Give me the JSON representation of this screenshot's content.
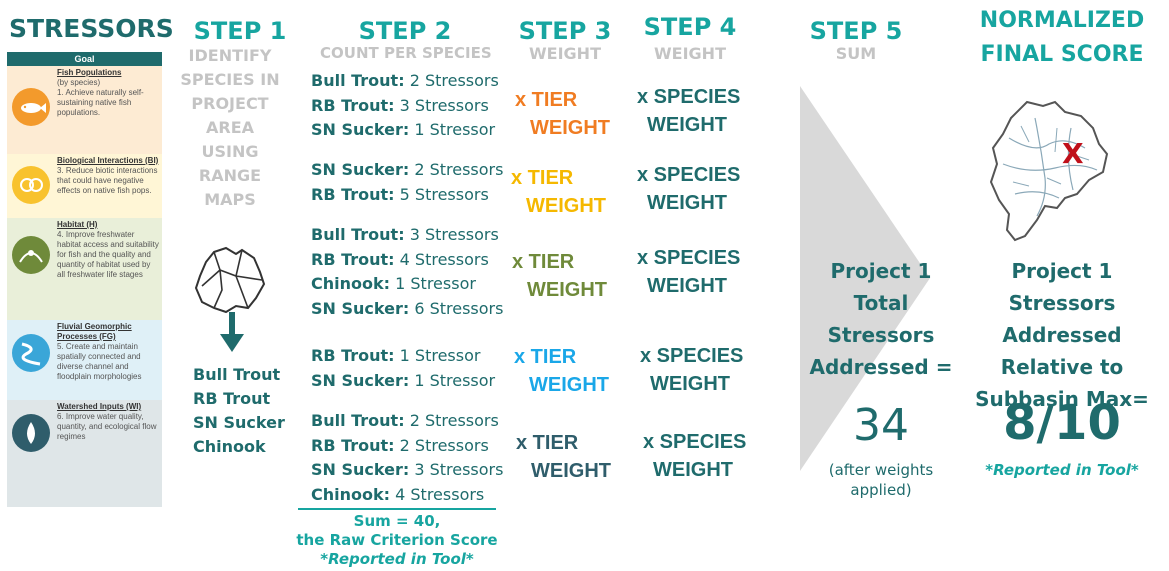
{
  "stressors_title": "STRESSORS",
  "goal_panel": {
    "header": "Goal",
    "rows": [
      {
        "title": "Fish Populations",
        "body": "(by species)\n1. Achieve naturally self-sustaining native fish populations.",
        "bg": "#fdebd3",
        "icon_color": "#f39a2c",
        "icon": "fish-icon"
      },
      {
        "title": "Biological Interactions (BI)",
        "body": "3. Reduce biotic interactions that could have negative effects on native fish pops.",
        "bg": "#fff6d6",
        "icon_color": "#f8c22e",
        "icon": "interaction-icon"
      },
      {
        "title": "Habitat (H)",
        "body": "4. Improve freshwater habitat access and suitability for fish and the quality and quantity of habitat used by all freshwater life stages",
        "bg": "#e9efd9",
        "icon_color": "#6f8a3a",
        "icon": "habitat-icon"
      },
      {
        "title": "Fluvial Geomorphic Processes (FG)",
        "body": "5. Create and maintain spatially connected and diverse channel and floodplain morphologies",
        "bg": "#dff0f7",
        "icon_color": "#3aa6d8",
        "icon": "river-icon"
      },
      {
        "title": "Watershed Inputs (WI)",
        "body": "6. Improve water quality, quantity, and ecological flow regimes",
        "bg": "#dfe6e8",
        "icon_color": "#2f5d6b",
        "icon": "watershed-icon"
      }
    ]
  },
  "step1": {
    "title": "STEP 1",
    "subtitle_lines": [
      "IDENTIFY",
      "SPECIES IN",
      "PROJECT",
      "AREA",
      "USING",
      "RANGE",
      "MAPS"
    ],
    "species": [
      "Bull Trout",
      "RB Trout",
      "SN Sucker",
      "Chinook"
    ]
  },
  "step2": {
    "title": "STEP 2",
    "subtitle": "COUNT PER SPECIES",
    "groups": [
      [
        {
          "species": "Bull Trout:",
          "count": "2 Stressors"
        },
        {
          "species": "RB Trout:",
          "count": "3 Stressors"
        },
        {
          "species": "SN Sucker:",
          "count": "1 Stressor"
        }
      ],
      [
        {
          "species": "SN Sucker:",
          "count": "2 Stressors"
        },
        {
          "species": "RB Trout:",
          "count": "5 Stressors"
        }
      ],
      [
        {
          "species": "Bull Trout:",
          "count": "3 Stressors"
        },
        {
          "species": "RB Trout:",
          "count": "4 Stressors"
        },
        {
          "species": "Chinook:",
          "count": "1 Stressor"
        },
        {
          "species": "SN Sucker:",
          "count": "6 Stressors"
        }
      ],
      [
        {
          "species": "RB Trout:",
          "count": "1 Stressor"
        },
        {
          "species": "SN Sucker:",
          "count": "1 Stressor"
        }
      ],
      [
        {
          "species": "Bull Trout:",
          "count": "2 Stressors"
        },
        {
          "species": "RB Trout:",
          "count": "2 Stressors"
        },
        {
          "species": "SN Sucker:",
          "count": "3 Stressors"
        },
        {
          "species": "Chinook:",
          "count": "4 Stressors"
        }
      ]
    ],
    "sum_line1": "Sum = 40,",
    "sum_line2": "the Raw Criterion Score",
    "sum_note": "*Reported in Tool*"
  },
  "step3": {
    "title": "STEP 3",
    "subtitle": "WEIGHT",
    "tiers": [
      {
        "line1": "x TIER",
        "line2": "WEIGHT",
        "color": "#f07c22"
      },
      {
        "line1": "x TIER",
        "line2": "WEIGHT",
        "color": "#f5b800"
      },
      {
        "line1": "x TIER",
        "line2": "WEIGHT",
        "color": "#6f8a3a"
      },
      {
        "line1": "x TIER",
        "line2": "WEIGHT",
        "color": "#1aa7e8"
      },
      {
        "line1": "x TIER",
        "line2": "WEIGHT",
        "color": "#2f5d6b"
      }
    ]
  },
  "step4": {
    "title": "STEP 4",
    "subtitle": "WEIGHT",
    "line1": "x SPECIES",
    "line2": "WEIGHT"
  },
  "step5": {
    "title": "STEP 5",
    "subtitle": "SUM",
    "label_lines": [
      "Project 1",
      "Total",
      "Stressors",
      "Addressed ="
    ],
    "value": "34",
    "note_lines": [
      "(after weights",
      "applied)"
    ]
  },
  "final": {
    "title_lines": [
      "NORMALIZED",
      "FINAL SCORE"
    ],
    "map_marker": "X",
    "label_lines": [
      "Project 1 Stressors",
      "Addressed",
      "Relative to",
      "Subbasin Max="
    ],
    "value": "8/10",
    "note": "*Reported in Tool*"
  }
}
